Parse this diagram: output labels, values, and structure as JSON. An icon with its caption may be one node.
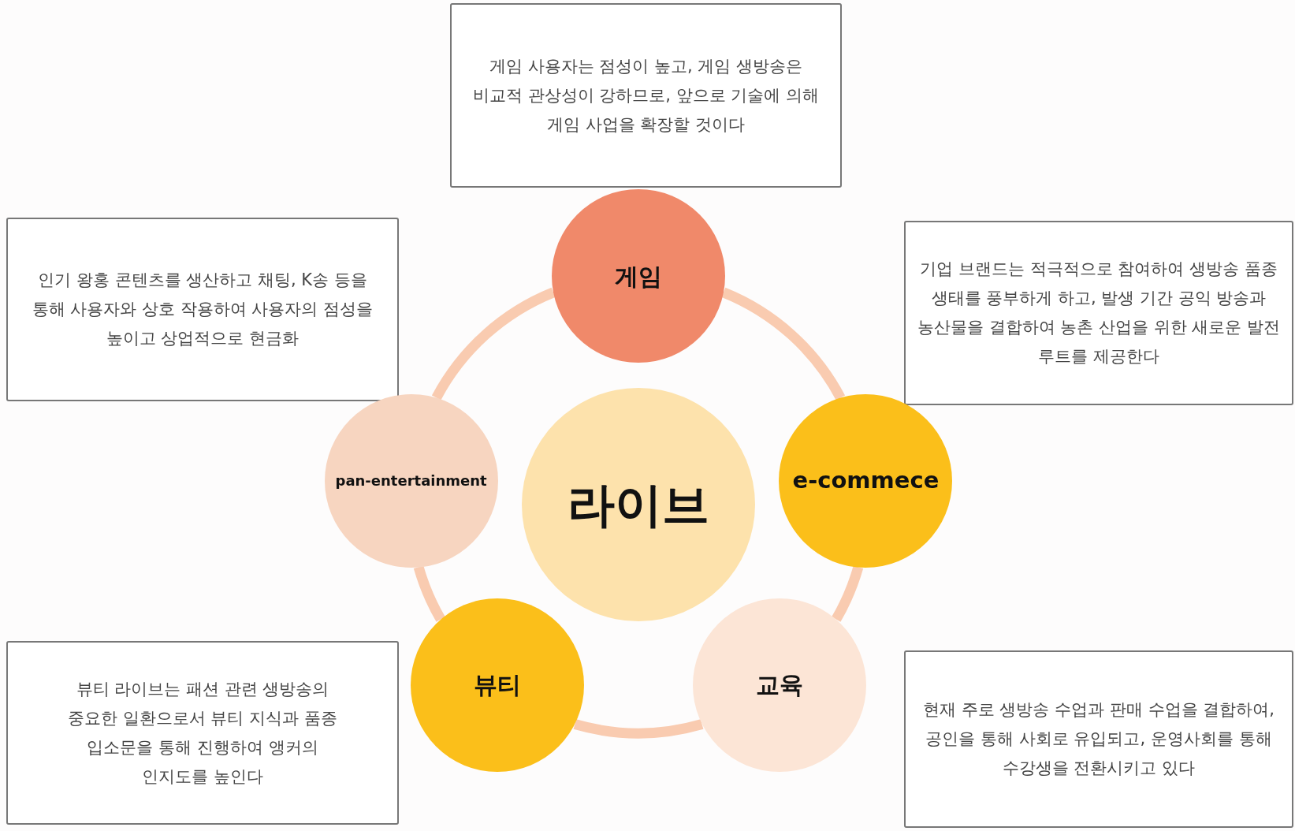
{
  "diagram": {
    "nodes": [
      {
        "text": [
          "게임 사용자는 점성이 높고, 게임 생방송은 비교적 관상성이 강하므로, 앞으로 기술에 의해 게임 사업을 확장할 것이다"
        ]
      },
      {
        "text": [
          "게임"
        ]
      },
      {
        "text": [
          "인기 왕홍 콘텐츠를 생산하고 채팅, K송 등을 통해 사용자와 상호 작용하여 사용자의 점성을 높이고 상업적으로 현금화"
        ]
      },
      {
        "text": [
          "기업 브랜드는 적극적으로 참여하여 생방송 품종 생태를 풍부하게 하고, 발생 기간 공익 방송과 농산물을 결합하여 농촌 산업을 위한 새로운 발전 루트를 제공한다"
        ]
      },
      {
        "text": [
          "pan-entertainment"
        ]
      },
      {
        "text": [
          "라이브"
        ]
      },
      {
        "text": [
          "e-commece"
        ]
      },
      {
        "text": [
          "뷰티 라이브는 패션 관련 생방송의 중요한 일환으로서 뷰티 지식과 품종 입소문을 통해 진행하여 앵커의 인지도를 높인다"
        ]
      },
      {
        "text": [
          "뷰티"
        ]
      },
      {
        "text": [
          "교육"
        ]
      },
      {
        "text": [
          "현재 주로 생방송 수업과 판매 수업을 결합하여, 공인을 통해 사회로 유입되고, 운영사회를 통해 수강생을 전환시키고 있다"
        ]
      }
    ],
    "edges": [
      {
        "from": 1,
        "to": 6,
        "arrow": "none"
      },
      {
        "from": 6,
        "to": 9,
        "arrow": "none"
      },
      {
        "from": 9,
        "to": 8,
        "arrow": "none"
      },
      {
        "from": 8,
        "to": 4,
        "arrow": "none"
      },
      {
        "from": 4,
        "to": 1,
        "arrow": "none"
      }
    ]
  }
}
